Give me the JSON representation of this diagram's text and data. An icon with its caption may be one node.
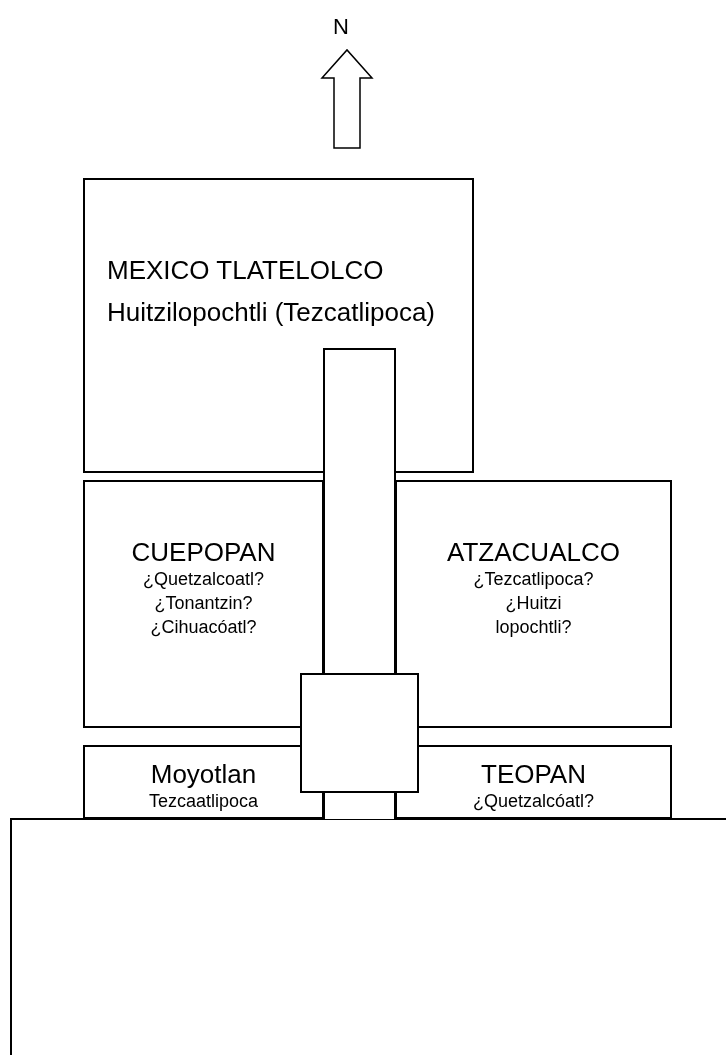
{
  "diagram": {
    "nodes": [
      {
        "text": [
          "MEXICO TLATELOLCO",
          "Huitzilopochtli (Tezcatlipoca)"
        ]
      },
      {
        "text": [
          "CUEPOPAN",
          "¿Quetzalcoatl?",
          "¿Tonantzin?",
          "¿Cihuacóatl?"
        ]
      },
      {
        "text": [
          "ATZACUALCO",
          "¿Tezcatlipoca?",
          "¿Huitzi lopochtli?"
        ]
      },
      {
        "text": [
          "Moyotlan",
          "Tezcaatlipoca"
        ]
      },
      {
        "text": [
          "TEOPAN",
          "¿Quetzalcóatl?"
        ]
      },
      {
        "text": [],
        "shape": "bar"
      },
      {
        "text": [],
        "shape": "box"
      },
      {
        "text": [],
        "shape": "box"
      }
    ],
    "labels": [
      "N"
    ]
  }
}
